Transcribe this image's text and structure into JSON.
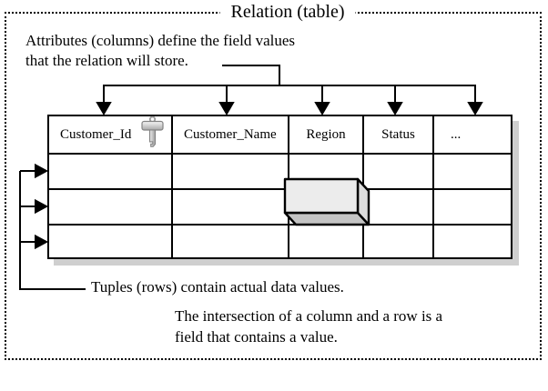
{
  "frame": {
    "title": "Relation (table)"
  },
  "notes": {
    "attributes": {
      "line1": "Attributes (columns) define the field values",
      "line2": "that the relation will store."
    },
    "tuples": "Tuples (rows) contain actual data values.",
    "intersection": {
      "line1": "The intersection of a column and a row is a",
      "line2": "field that contains a value."
    }
  },
  "table": {
    "columns": [
      {
        "label": "Customer_Id",
        "has_key_icon": true
      },
      {
        "label": "Customer_Name",
        "has_key_icon": false
      },
      {
        "label": "Region",
        "has_key_icon": false
      },
      {
        "label": "Status",
        "has_key_icon": false
      },
      {
        "label": "...",
        "has_key_icon": false
      }
    ],
    "data_row_count": 3
  },
  "icons": {
    "key_icon": "primary-key"
  },
  "colors": {
    "line": "#000000",
    "table_shadow": "#cfcfcf",
    "field_box_front": "#ececec",
    "field_box_right": "#dcdcdc",
    "field_box_bottom": "#c4c4c4",
    "key_light": "#f2f2f2",
    "key_dark": "#a8a8a8"
  }
}
